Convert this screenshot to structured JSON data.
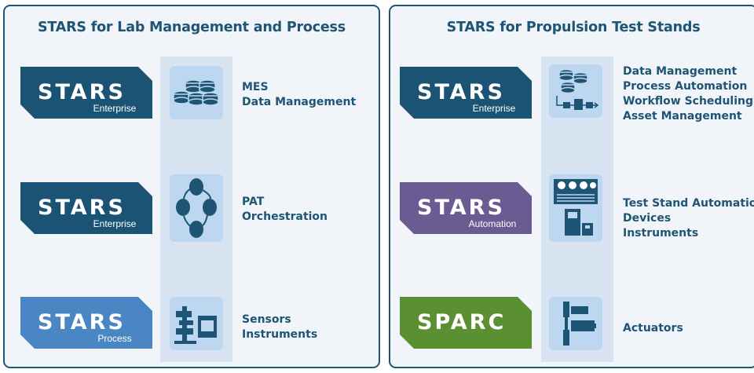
{
  "left_panel": {
    "title": "STARS for Lab Management and Process",
    "rows": [
      {
        "badge_word": "STARS",
        "badge_sub": "Enterprise",
        "badge_color": "#1b5375",
        "icon": "database-icon",
        "labels": [
          "MES",
          "Data Management"
        ]
      },
      {
        "badge_word": "STARS",
        "badge_sub": "Enterprise",
        "badge_color": "#1b5375",
        "icon": "workflow-cycle-icon",
        "labels": [
          "PAT",
          "Orchestration"
        ]
      },
      {
        "badge_word": "STARS",
        "badge_sub": "Process",
        "badge_color": "#4a86c3",
        "icon": "lab-equipment-icon",
        "labels": [
          "Sensors",
          "Instruments"
        ]
      }
    ]
  },
  "right_panel": {
    "title": "STARS for Propulsion Test Stands",
    "rows": [
      {
        "badge_word": "STARS",
        "badge_sub": "Enterprise",
        "badge_color": "#1b5375",
        "icon": "database-process-icon",
        "labels": [
          "Data Management",
          "Process Automation",
          "Workflow Scheduling",
          "Asset Management"
        ]
      },
      {
        "badge_word": "STARS",
        "badge_sub": "Automation",
        "badge_color": "#6a5b93",
        "icon": "control-cabinet-icon",
        "labels": [
          "Test Stand Automation",
          "Devices",
          "Instruments"
        ]
      },
      {
        "badge_word": "SPARC",
        "badge_sub": "",
        "badge_color": "#5b9032",
        "icon": "actuator-icon",
        "labels": [
          "Actuators"
        ]
      }
    ]
  }
}
